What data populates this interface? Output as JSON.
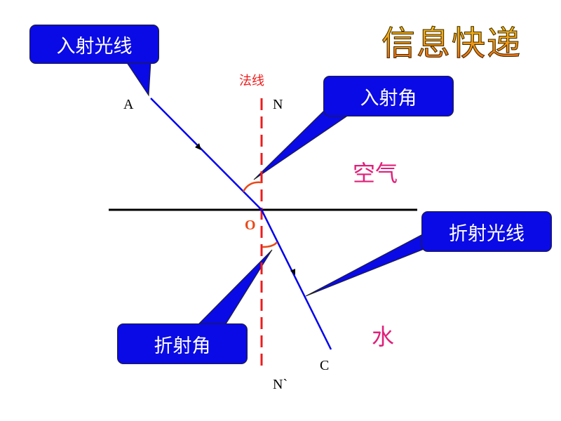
{
  "title": "信息快递",
  "callouts": {
    "incident_ray": "入射光线",
    "incident_angle": "入射角",
    "refracted_ray": "折射光线",
    "refraction_angle": "折射角"
  },
  "labels": {
    "normal": "法线",
    "A": "A",
    "N": "N",
    "O": "O",
    "C": "C",
    "N_prime": "N`",
    "air": "空气",
    "water": "水"
  },
  "colors": {
    "ray": "#0000ee",
    "normal": "#ee1c1c",
    "callout": "#0a0ae6",
    "medium_text": "#e0207a",
    "O_label": "#e84a1a"
  }
}
